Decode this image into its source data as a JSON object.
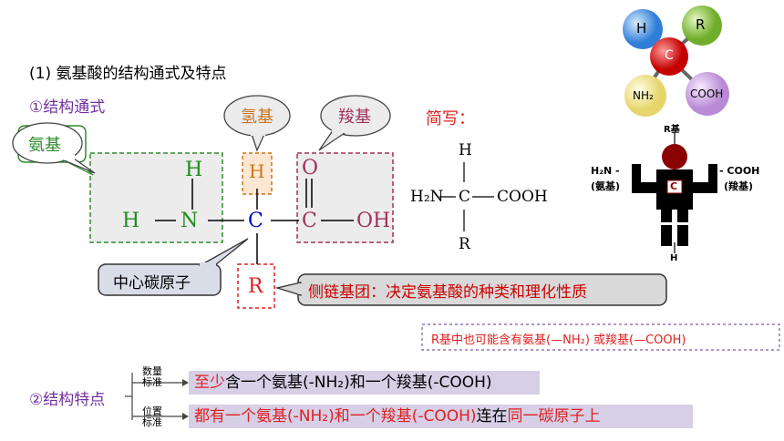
{
  "heading": "(1) 氨基酸的结构通式及特点",
  "section1": "①结构通式",
  "callouts": {
    "amino": "氨基",
    "hydrogen": "氢基",
    "carboxyl": "羧基",
    "central_carbon": "中心碳原子",
    "side_chain": "侧链基团：决定氨基酸的种类和理化性质"
  },
  "formula": {
    "H_top": "H",
    "H_left": "H",
    "N": "N",
    "C": "C",
    "H_carbon": "H",
    "O": "O",
    "C2": "C",
    "OH": "OH",
    "R": "R"
  },
  "short": {
    "label": "简写：",
    "H": "H",
    "left": "H₂N",
    "C": "C",
    "right": "COOH",
    "R": "R"
  },
  "model3d": {
    "H": "H",
    "R": "R",
    "C": "C",
    "NH2": "NH₂",
    "COOH": "COOH"
  },
  "person": {
    "R_label": "R基",
    "left_top": "H₂N -",
    "left_bottom": "(氨基)",
    "right_top": "- COOH",
    "right_bottom": "(羧基)",
    "C": "C",
    "H": "H"
  },
  "note": "R基中也可能含有氨基(—NH₂)  或羧基(—COOH)",
  "section2": "②结构特点",
  "branch1": {
    "top": "数量",
    "bottom": "标准"
  },
  "branch2": {
    "top": "位置",
    "bottom": "标准"
  },
  "feature1": {
    "red": "至少",
    "black": "含一个氨基(-NH₂)和一个羧基(-COOH)"
  },
  "feature2": {
    "red": "都有一个氨基(-NH₂)和一个羧基(-COOH)",
    "black": "连在",
    "red2": "同一碳原子上"
  }
}
